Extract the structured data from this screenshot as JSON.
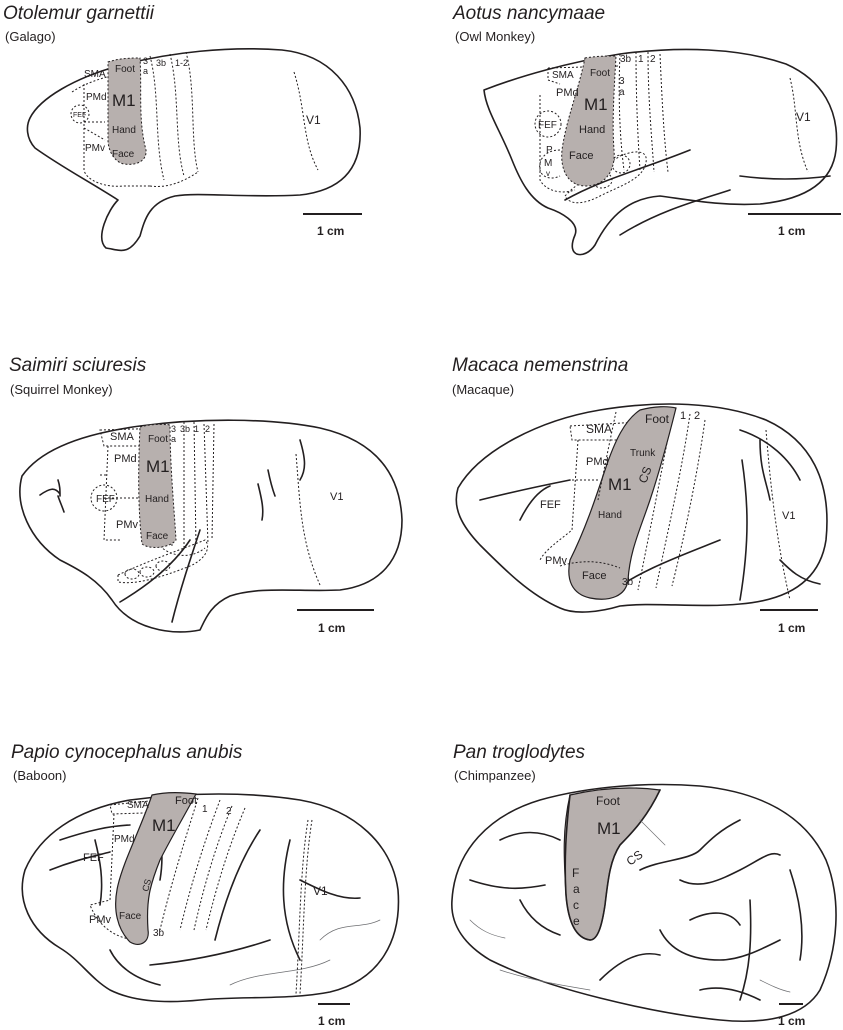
{
  "panels": [
    {
      "species": "Otolemur garnettii",
      "common": "(Galago)",
      "labels": {
        "sma": "SMA",
        "foot": "Foot",
        "a3": "3",
        "a3b": "a",
        "a3b2": "3b",
        "a12": "1-2",
        "pmd": "PMd",
        "m1": "M1",
        "fef": "FEF",
        "hand": "Hand",
        "pmv": "PMv",
        "face": "Face",
        "v1": "V1"
      },
      "scale": "1 cm"
    },
    {
      "species": "Aotus nancymaae",
      "common": "(Owl Monkey)",
      "labels": {
        "a3b": "3b",
        "a1": "1",
        "a2": "2",
        "sma": "SMA",
        "foot": "Foot",
        "a3": "3",
        "a3a": "a",
        "pmd": "PMd",
        "m1": "M1",
        "fef": "FEF",
        "hand": "Hand",
        "face": "Face",
        "p": "P",
        "m": "M",
        "v": "v",
        "v1": "V1"
      },
      "scale": "1 cm"
    },
    {
      "species": "Saimiri sciuresis",
      "common": "(Squirrel Monkey)",
      "labels": {
        "sma": "SMA",
        "foot": "Foot",
        "a3": "3",
        "a3a": "a",
        "a3b": "3b",
        "a1": "1",
        "a2": "2",
        "pmd": "PMd",
        "m1": "M1",
        "fef": "FEF",
        "hand": "Hand",
        "pmv": "PMv",
        "face": "Face",
        "v1": "V1"
      },
      "scale": "1 cm"
    },
    {
      "species": "Macaca nemenstrina",
      "common": "(Macaque)",
      "labels": {
        "sma": "SMA",
        "foot": "Foot",
        "a1": "1",
        "a2": "2",
        "pmd": "PMd",
        "trunk": "Trunk",
        "cs": "CS",
        "m1": "M1",
        "fef": "FEF",
        "hand": "Hand",
        "pmv": "PMv",
        "face": "Face",
        "a3b": "3b",
        "v1": "V1"
      },
      "scale": "1 cm"
    },
    {
      "species": "Papio cynocephalus anubis",
      "common": "(Baboon)",
      "labels": {
        "sma": "SMA",
        "foot": "Foot",
        "a1": "1",
        "a2": "2",
        "m1": "M1",
        "pmd": "PMd",
        "fef": "FEF",
        "cs": "CS",
        "pmv": "PMv",
        "face": "Face",
        "a3b": "3b",
        "v1": "V1"
      },
      "scale": "1 cm"
    },
    {
      "species": "Pan troglodytes",
      "common": "(Chimpanzee)",
      "labels": {
        "foot": "Foot",
        "m1": "M1",
        "cs": "CS",
        "f": "F",
        "a": "a",
        "c": "c",
        "e": "e"
      },
      "scale": "1 cm"
    }
  ]
}
